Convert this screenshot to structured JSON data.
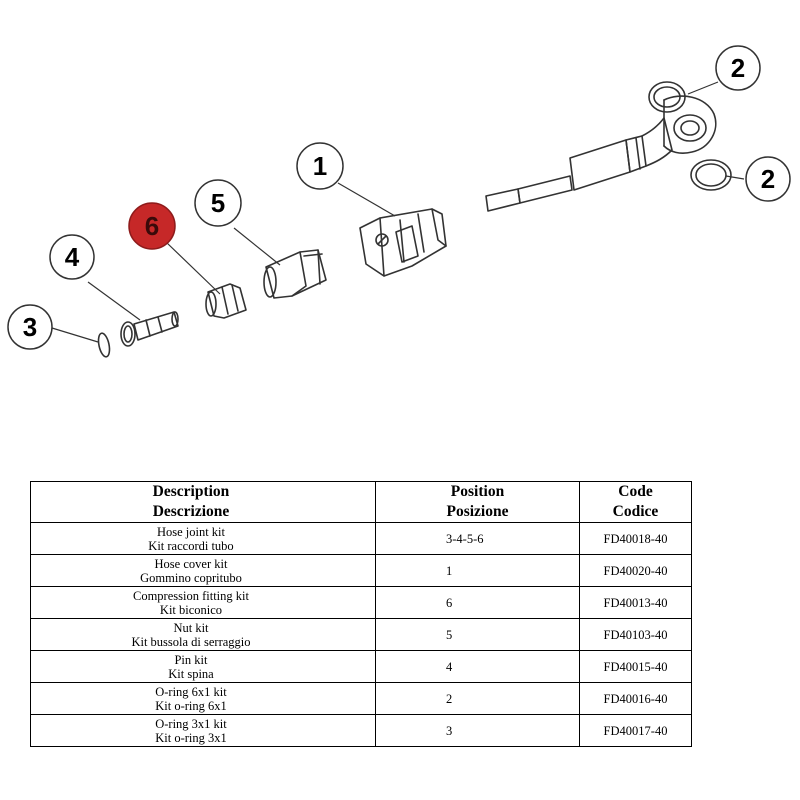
{
  "callouts": {
    "c1": "1",
    "c2a": "2",
    "c2b": "2",
    "c3": "3",
    "c4": "4",
    "c5": "5",
    "c6": "6"
  },
  "colors": {
    "highlight_fill": "#c62828",
    "outline": "#333333"
  },
  "table": {
    "headers": {
      "description_en": "Description",
      "description_it": "Descrizione",
      "position_en": "Position",
      "position_it": "Posizione",
      "code_en": "Code",
      "code_it": "Codice"
    },
    "rows": [
      {
        "desc_en": "Hose joint kit",
        "desc_it": "Kit raccordi tubo",
        "position": "3-4-5-6",
        "code": "FD40018-40"
      },
      {
        "desc_en": "Hose cover kit",
        "desc_it": "Gommino copritubo",
        "position": "1",
        "code": "FD40020-40"
      },
      {
        "desc_en": "Compression fitting kit",
        "desc_it": "Kit biconico",
        "position": "6",
        "code": "FD40013-40"
      },
      {
        "desc_en": "Nut kit",
        "desc_it": "Kit bussola di serraggio",
        "position": "5",
        "code": "FD40103-40"
      },
      {
        "desc_en": "Pin kit",
        "desc_it": "Kit spina",
        "position": "4",
        "code": "FD40015-40"
      },
      {
        "desc_en": "O-ring 6x1 kit",
        "desc_it": "Kit o-ring 6x1",
        "position": "2",
        "code": "FD40016-40"
      },
      {
        "desc_en": "O-ring 3x1 kit",
        "desc_it": "Kit o-ring 3x1",
        "position": "3",
        "code": "FD40017-40"
      }
    ]
  }
}
